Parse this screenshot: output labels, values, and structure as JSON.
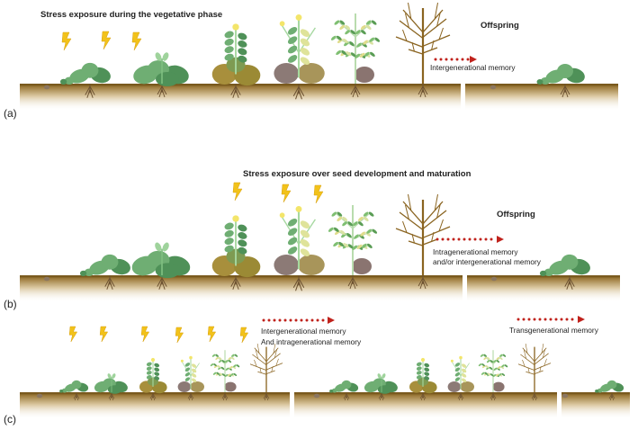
{
  "panels": {
    "a": {
      "label": "(a)",
      "heading": "Stress exposure during the vegetative phase",
      "offspring": "Offspring",
      "arrow_label": "Intergenerational memory"
    },
    "b": {
      "label": "(b)",
      "heading": "Stress exposure over seed development and maturation",
      "offspring": "Offspring",
      "arrow_label_line1": "Intragenerational memory",
      "arrow_label_line2": "and/or intergenerational memory"
    },
    "c": {
      "label": "(c)",
      "arrow_label_left_line1": "Intergenerational memory",
      "arrow_label_left_line2": "And intragenerational memory",
      "arrow_label_right": "Transgenerational memory"
    }
  },
  "colors": {
    "soil_top": "#7a5a1e",
    "soil_mid": "#b89a62",
    "leaf_green": "#6fae73",
    "leaf_dark": "#4f9158",
    "senescent": "#a88f3c",
    "dry": "#8a6420",
    "lightning": "#f2c21a",
    "arrow_red": "#c0221c",
    "pod_grey": "#8c7a76"
  },
  "icons": [
    "lightning-bolt-icon",
    "seed-icon",
    "plant-icon",
    "dotted-arrow-icon"
  ]
}
